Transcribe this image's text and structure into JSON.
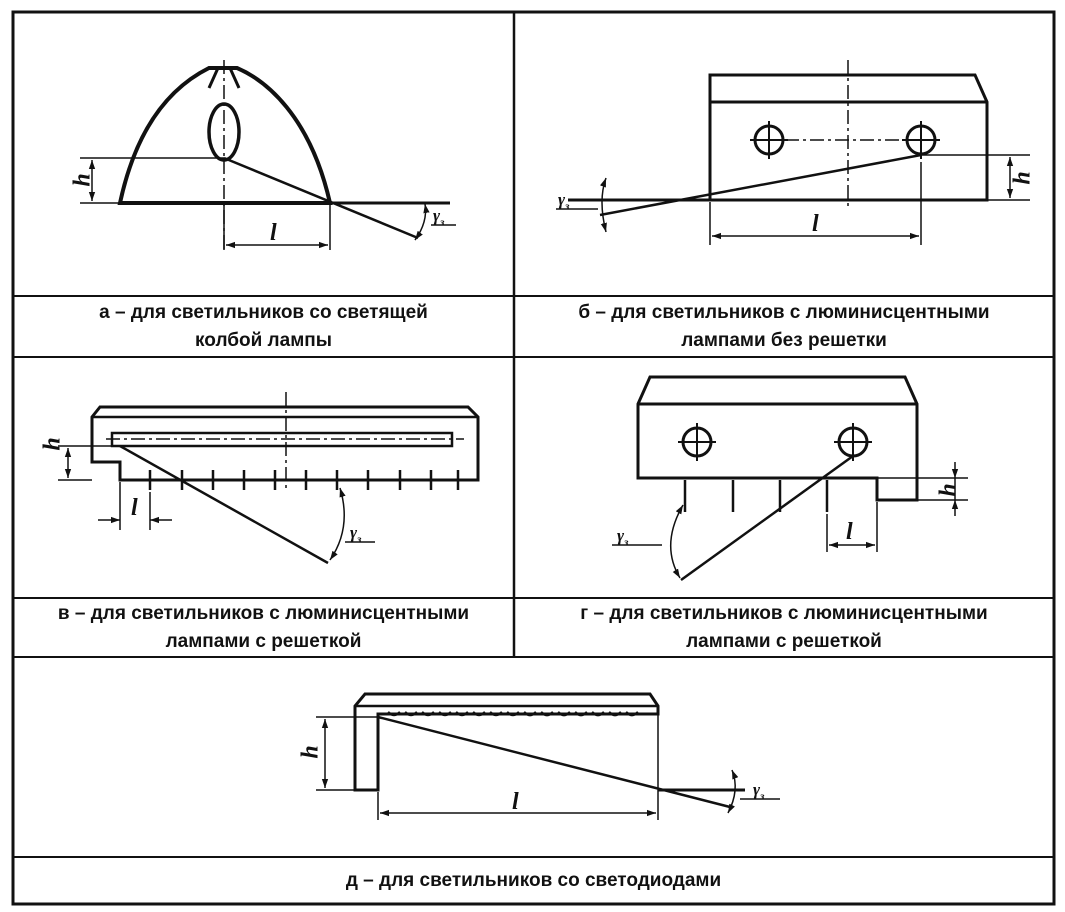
{
  "panels": {
    "a": {
      "caption": "а – для светильников со светящей\nколбой лампы",
      "h": "h",
      "l": "l",
      "gamma": "γ",
      "gamma_sub": "з"
    },
    "b": {
      "caption": "б – для светильников с люминисцентными\nлампами без решетки",
      "h": "h",
      "l": "l",
      "gamma": "γ",
      "gamma_sub": "з"
    },
    "v": {
      "caption": "в – для светильников с люминисцентными\nлампами с решеткой",
      "h": "h",
      "l": "l",
      "gamma": "γ",
      "gamma_sub": "з"
    },
    "g": {
      "caption": "г – для светильников с люминисцентными\nлампами с решеткой",
      "h": "h",
      "l": "l",
      "gamma": "γ",
      "gamma_sub": "з"
    },
    "d": {
      "caption": "д – для светильников со светодиодами",
      "h": "h",
      "l": "l",
      "gamma": "γ",
      "gamma_sub": "з"
    }
  }
}
